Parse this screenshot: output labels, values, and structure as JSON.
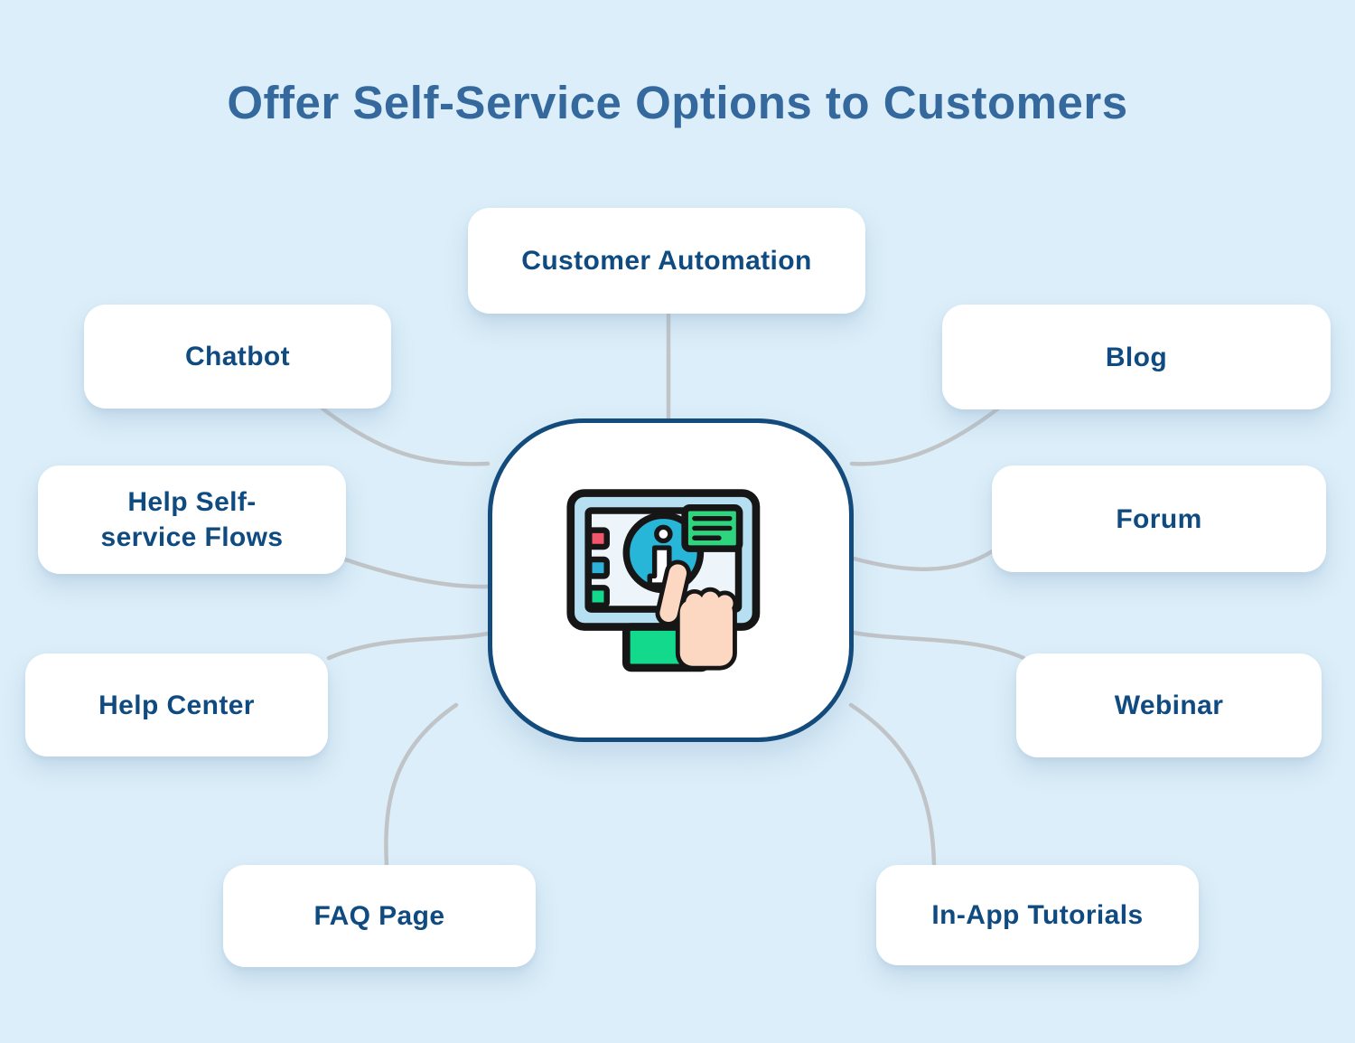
{
  "title": "Offer Self-Service Options to Customers",
  "diagram": {
    "type": "mind-map",
    "center": {
      "icon": "info-kiosk-touch-icon",
      "description": "screen with info button being tapped by a hand"
    },
    "nodes": {
      "customer_automation": {
        "label": "Customer Automation"
      },
      "chatbot": {
        "label": "Chatbot"
      },
      "blog": {
        "label": "Blog"
      },
      "help_self_service_flows": {
        "label": "Help Self-service Flows",
        "lines": [
          "Help Self-",
          "service Flows"
        ]
      },
      "forum": {
        "label": "Forum"
      },
      "help_center": {
        "label": "Help Center"
      },
      "webinar": {
        "label": "Webinar"
      },
      "faq_page": {
        "label": "FAQ Page"
      },
      "in_app_tutorials": {
        "label": "In-App Tutorials"
      }
    }
  },
  "colors": {
    "background": "#dbeef9",
    "title_color": "#35699e",
    "label_color": "#0f4b80",
    "node_background": "#ffffff",
    "center_border": "#134b7c",
    "connector_color": "#c0c4c7",
    "icon_outline": "#161616",
    "icon_bezel": "#b6dff2",
    "icon_screen": "#edf5fb",
    "icon_teal": "#27b6d8",
    "icon_green": "#2ed47e",
    "icon_mint": "#12d98c",
    "icon_red": "#f2566c",
    "icon_blue": "#2fb2d9",
    "icon_skin": "#fcd7c1"
  }
}
